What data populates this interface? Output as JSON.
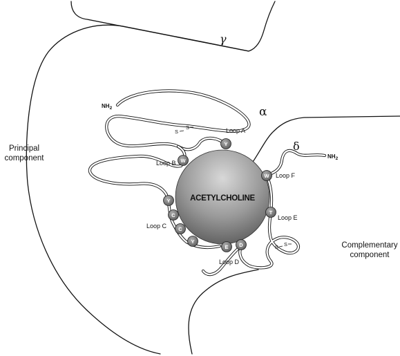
{
  "subunits": {
    "gamma": "γ",
    "alpha": "α",
    "delta": "δ"
  },
  "components": {
    "principal_line1": "Principal",
    "principal_line2": "component",
    "complementary_line1": "Complementary",
    "complementary_line2": "component"
  },
  "ligand": "ACETYLCHOLINE",
  "termini": {
    "alpha_nh2": "NH",
    "alpha_nh2_sub": "2",
    "delta_nh2": "NH",
    "delta_nh2_sub": "2"
  },
  "disulfides": {
    "alpha_s1": "S",
    "alpha_s2": "S",
    "delta_s1": "S",
    "delta_s2": "S"
  },
  "loops": {
    "a": "Loop A",
    "b": "Loop B",
    "c": "Loop C",
    "d": "Loop D",
    "e": "Loop E",
    "f": "Loop F"
  },
  "residues": {
    "loopA_y": "Y",
    "loopB_w": "W",
    "loopC_y1": "Y",
    "loopC_c1": "C",
    "loopC_c2": "C",
    "loopC_y2": "Y",
    "loopD_e": "E",
    "loopD_d": "D",
    "loopF_w": "W",
    "loopE_t": "T"
  },
  "colors": {
    "residue_fill": "#8a8a8a",
    "ligand_light": "#d8d8d8",
    "ligand_dark": "#5a5a5a"
  }
}
